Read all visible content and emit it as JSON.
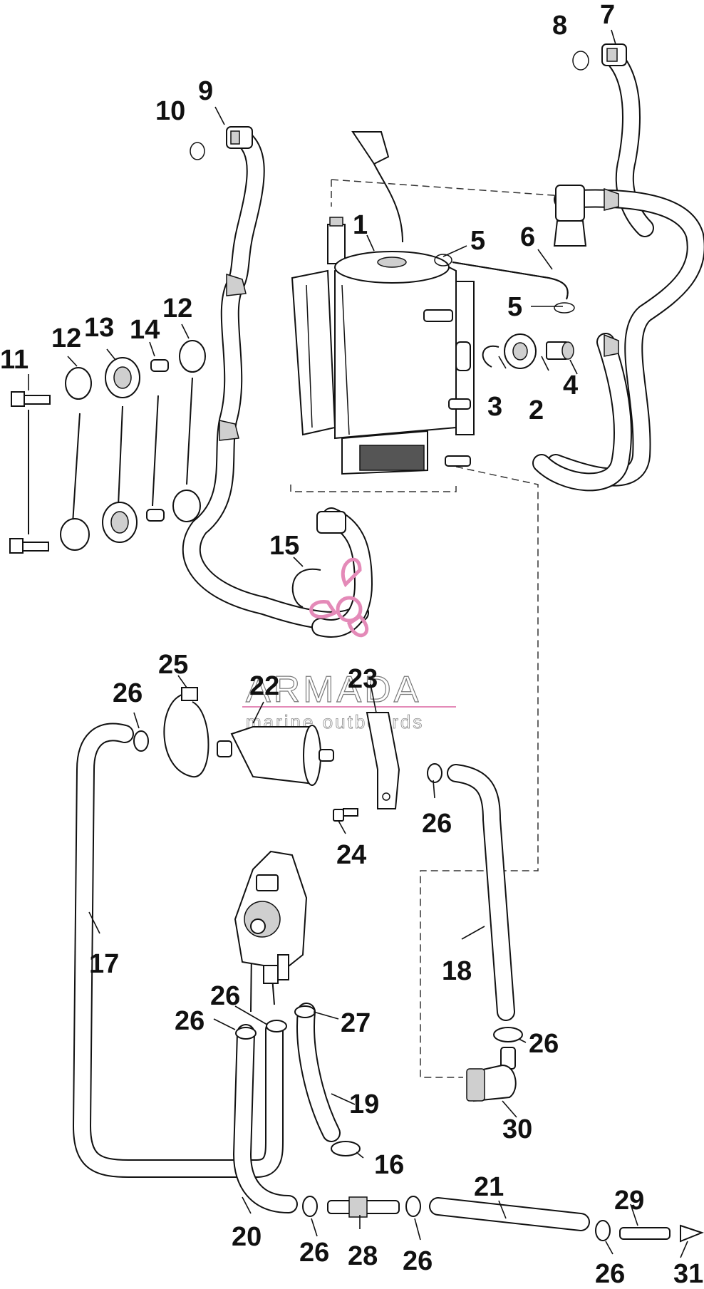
{
  "watermark": {
    "title": "ARMADA",
    "subtitle": "marine outboards",
    "accent_color": "#e48ab8"
  },
  "callouts": {
    "c1": "1",
    "c2": "2",
    "c3": "3",
    "c4": "4",
    "c5a": "5",
    "c5b": "5",
    "c6": "6",
    "c7": "7",
    "c8": "8",
    "c9": "9",
    "c10": "10",
    "c11": "11",
    "c12a": "12",
    "c12b": "12",
    "c13": "13",
    "c14": "14",
    "c15": "15",
    "c16": "16",
    "c17": "17",
    "c18": "18",
    "c19": "19",
    "c20": "20",
    "c21": "21",
    "c22": "22",
    "c23": "23",
    "c24": "24",
    "c25": "25",
    "c26a": "26",
    "c26b": "26",
    "c26c": "26",
    "c26d": "26",
    "c26e": "26",
    "c26f": "26",
    "c26g": "26",
    "c26h": "26",
    "c27": "27",
    "c28": "28",
    "c29": "29",
    "c30": "30",
    "c31": "31"
  }
}
